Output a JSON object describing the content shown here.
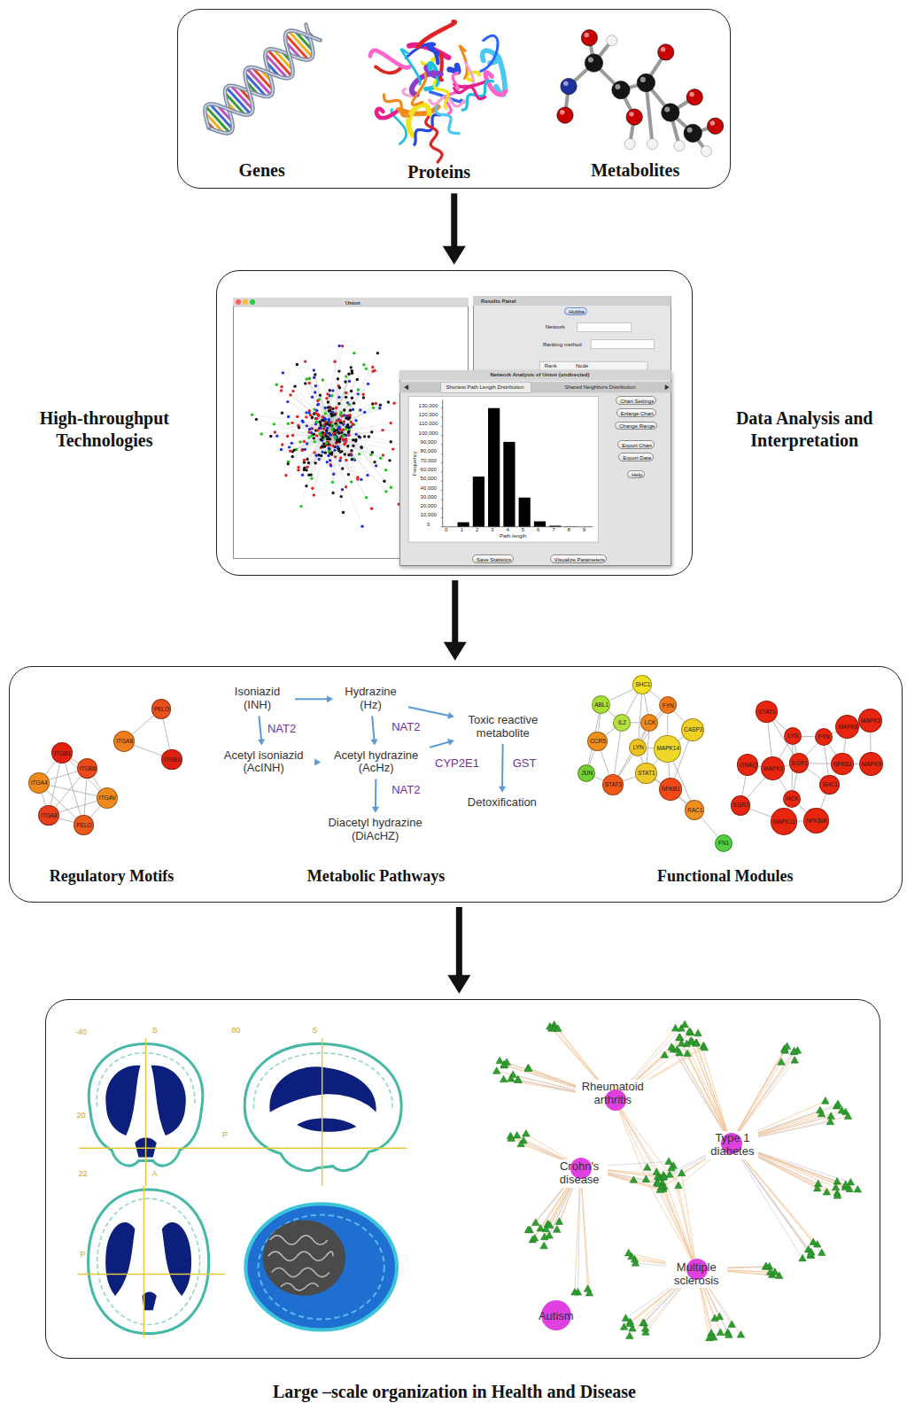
{
  "diagram": {
    "nodes": [
      {
        "text": [
          "Genes",
          "Proteins",
          "Metabolites"
        ]
      },
      {
        "text": [
          "High-throughput Technologies",
          "Data Analysis and Interpretation"
        ]
      },
      {
        "text": [
          "Union"
        ],
        "in": 1
      },
      {
        "text": [
          "Results Panel",
          "Network",
          "Ranking method",
          "Rank",
          "Node"
        ],
        "in": 1
      },
      {
        "text": [
          "Hubba"
        ],
        "in": 3
      },
      {
        "text": [
          "Network Analysis of Union (undirected)",
          "Shortest Path Length Distribution",
          "Shared Neighbors Distribution"
        ],
        "in": 1
      },
      {
        "text": [
          "Chart Settings"
        ],
        "in": 5
      },
      {
        "text": [
          "Enlarge Chart"
        ],
        "in": 5
      },
      {
        "text": [
          "Change Range"
        ],
        "in": 5
      },
      {
        "text": [
          "Export Chart"
        ],
        "in": 5
      },
      {
        "text": [
          "Export Data"
        ],
        "in": 5
      },
      {
        "text": [
          "Help"
        ],
        "in": 5
      },
      {
        "text": [
          "Save Statistics"
        ],
        "in": 5
      },
      {
        "text": [
          "Visualize Parameters"
        ],
        "in": 5
      },
      {
        "text": [
          "Regulatory Motifs",
          "Metabolic Pathways",
          "Functional Modules"
        ]
      },
      {
        "text": [
          "PELO"
        ],
        "in": 14
      },
      {
        "text": [
          "ITGA8"
        ],
        "in": 14
      },
      {
        "text": [
          "ITGB1"
        ],
        "in": 14
      },
      {
        "text": [
          "ITGB1"
        ],
        "in": 14
      },
      {
        "text": [
          "ITGB6"
        ],
        "in": 14
      },
      {
        "text": [
          "ITGA4"
        ],
        "in": 14
      },
      {
        "text": [
          "ITGAV"
        ],
        "in": 14
      },
      {
        "text": [
          "ITGA8"
        ],
        "in": 14
      },
      {
        "text": [
          "PELO"
        ],
        "in": 14
      },
      {
        "text": [
          "Isoniazid (INH)"
        ],
        "in": 14
      },
      {
        "text": [
          "Hydrazine (Hz)"
        ],
        "in": 14
      },
      {
        "text": [
          "Acetyl isoniazid (AcINH)"
        ],
        "in": 14
      },
      {
        "text": [
          "Acetyl hydrazine (AcHz)"
        ],
        "in": 14
      },
      {
        "text": [
          "Toxic reactive metabolite"
        ],
        "in": 14
      },
      {
        "text": [
          "Detoxification"
        ],
        "in": 14
      },
      {
        "text": [
          "Diacetyl hydrazine (DiAcHZ)"
        ],
        "in": 14
      },
      {
        "text": [
          "SHC1"
        ],
        "in": 14
      },
      {
        "text": [
          "ABL1"
        ],
        "in": 14
      },
      {
        "text": [
          "FYN"
        ],
        "in": 14
      },
      {
        "text": [
          "CASP3"
        ],
        "in": 14
      },
      {
        "text": [
          "IL2"
        ],
        "in": 14
      },
      {
        "text": [
          "LCK"
        ],
        "in": 14
      },
      {
        "text": [
          "CCR5"
        ],
        "in": 14
      },
      {
        "text": [
          "LYN"
        ],
        "in": 14
      },
      {
        "text": [
          "MAPK14"
        ],
        "in": 14
      },
      {
        "text": [
          "JUN"
        ],
        "in": 14
      },
      {
        "text": [
          "STAT3"
        ],
        "in": 14
      },
      {
        "text": [
          "STAT1"
        ],
        "in": 14
      },
      {
        "text": [
          "NFKB1"
        ],
        "in": 14
      },
      {
        "text": [
          "RAC1"
        ],
        "in": 14
      },
      {
        "text": [
          "FN1"
        ],
        "in": 14
      },
      {
        "text": [
          "STAT1"
        ],
        "in": 14
      },
      {
        "text": [
          "LYN"
        ],
        "in": 14
      },
      {
        "text": [
          "FYN"
        ],
        "in": 14
      },
      {
        "text": [
          "MAPK8"
        ],
        "in": 14
      },
      {
        "text": [
          "MAPK3"
        ],
        "in": 14
      },
      {
        "text": [
          "GNAQ"
        ],
        "in": 14
      },
      {
        "text": [
          "MAPK1"
        ],
        "in": 14
      },
      {
        "text": [
          "EGR1"
        ],
        "in": 14
      },
      {
        "text": [
          "NFKB1"
        ],
        "in": 14
      },
      {
        "text": [
          "MAPK9"
        ],
        "in": 14
      },
      {
        "text": [
          "SHC1"
        ],
        "in": 14
      },
      {
        "text": [
          "HCK"
        ],
        "in": 14
      },
      {
        "text": [
          "EGR2"
        ],
        "in": 14
      },
      {
        "text": [
          "MAPK11"
        ],
        "in": 14
      },
      {
        "text": [
          "NFKBIA"
        ],
        "in": 14
      },
      {
        "text": [
          "Large –scale organization in Health and Disease"
        ]
      },
      {
        "text": [
          "Rheumatoid arthritis"
        ],
        "in": 61
      },
      {
        "text": [
          "Type 1 diabetes"
        ],
        "in": 61
      },
      {
        "text": [
          "Crohn's disease"
        ],
        "in": 61
      },
      {
        "text": [
          "Multiple sclerosis"
        ],
        "in": 61
      },
      {
        "text": [
          "Autism"
        ],
        "in": 61
      }
    ],
    "edges": [
      {
        "from": 0,
        "to": 1,
        "arrow": "to"
      },
      {
        "from": 1,
        "to": 14,
        "arrow": "to"
      },
      {
        "from": 14,
        "to": 61,
        "arrow": "to"
      },
      {
        "from": 15,
        "to": 16,
        "arrow": "none"
      },
      {
        "from": 16,
        "to": 17,
        "arrow": "none"
      },
      {
        "from": 15,
        "to": 17,
        "arrow": "none"
      },
      {
        "from": 18,
        "to": 19,
        "arrow": "none"
      },
      {
        "from": 18,
        "to": 20,
        "arrow": "none"
      },
      {
        "from": 18,
        "to": 21,
        "arrow": "none"
      },
      {
        "from": 18,
        "to": 22,
        "arrow": "none"
      },
      {
        "from": 18,
        "to": 23,
        "arrow": "none"
      },
      {
        "from": 19,
        "to": 20,
        "arrow": "none"
      },
      {
        "from": 19,
        "to": 21,
        "arrow": "none"
      },
      {
        "from": 19,
        "to": 22,
        "arrow": "none"
      },
      {
        "from": 19,
        "to": 23,
        "arrow": "none"
      },
      {
        "from": 20,
        "to": 21,
        "arrow": "none"
      },
      {
        "from": 20,
        "to": 22,
        "arrow": "none"
      },
      {
        "from": 20,
        "to": 23,
        "arrow": "none"
      },
      {
        "from": 21,
        "to": 22,
        "arrow": "none"
      },
      {
        "from": 21,
        "to": 23,
        "arrow": "none"
      },
      {
        "from": 22,
        "to": 23,
        "arrow": "none"
      },
      {
        "from": 24,
        "to": 25,
        "arrow": "to"
      },
      {
        "from": 24,
        "to": 26,
        "label": "NAT2",
        "arrow": "to"
      },
      {
        "from": 25,
        "to": 27,
        "label": "NAT2",
        "arrow": "to"
      },
      {
        "from": 26,
        "to": 27,
        "arrow": "to"
      },
      {
        "from": 25,
        "to": 28,
        "arrow": "to"
      },
      {
        "from": 27,
        "to": 28,
        "label": "CYP2E1",
        "arrow": "to"
      },
      {
        "from": 28,
        "to": 29,
        "label": "GST",
        "arrow": "to"
      },
      {
        "from": 27,
        "to": 30,
        "label": "NAT2",
        "arrow": "to"
      },
      {
        "from": 31,
        "to": 32,
        "arrow": "none"
      },
      {
        "from": 31,
        "to": 33,
        "arrow": "none"
      },
      {
        "from": 31,
        "to": 35,
        "arrow": "none"
      },
      {
        "from": 31,
        "to": 36,
        "arrow": "none"
      },
      {
        "from": 31,
        "to": 38,
        "arrow": "none"
      },
      {
        "from": 32,
        "to": 35,
        "arrow": "none"
      },
      {
        "from": 32,
        "to": 37,
        "arrow": "none"
      },
      {
        "from": 32,
        "to": 40,
        "arrow": "none"
      },
      {
        "from": 33,
        "to": 34,
        "arrow": "none"
      },
      {
        "from": 33,
        "to": 36,
        "arrow": "none"
      },
      {
        "from": 33,
        "to": 39,
        "arrow": "none"
      },
      {
        "from": 33,
        "to": 38,
        "arrow": "none"
      },
      {
        "from": 34,
        "to": 39,
        "arrow": "none"
      },
      {
        "from": 34,
        "to": 43,
        "arrow": "none"
      },
      {
        "from": 35,
        "to": 36,
        "arrow": "none"
      },
      {
        "from": 35,
        "to": 37,
        "arrow": "none"
      },
      {
        "from": 35,
        "to": 41,
        "arrow": "none"
      },
      {
        "from": 36,
        "to": 38,
        "arrow": "none"
      },
      {
        "from": 36,
        "to": 42,
        "arrow": "none"
      },
      {
        "from": 37,
        "to": 41,
        "arrow": "none"
      },
      {
        "from": 37,
        "to": 40,
        "arrow": "none"
      },
      {
        "from": 38,
        "to": 39,
        "arrow": "none"
      },
      {
        "from": 38,
        "to": 42,
        "arrow": "none"
      },
      {
        "from": 38,
        "to": 41,
        "arrow": "none"
      },
      {
        "from": 39,
        "to": 43,
        "arrow": "none"
      },
      {
        "from": 39,
        "to": 42,
        "arrow": "none"
      },
      {
        "from": 40,
        "to": 41,
        "arrow": "none"
      },
      {
        "from": 41,
        "to": 42,
        "arrow": "none"
      },
      {
        "from": 42,
        "to": 43,
        "arrow": "none"
      },
      {
        "from": 43,
        "to": 44,
        "arrow": "none"
      },
      {
        "from": 39,
        "to": 44,
        "arrow": "none"
      },
      {
        "from": 44,
        "to": 45,
        "arrow": "none"
      },
      {
        "from": 42,
        "to": 44,
        "arrow": "none"
      },
      {
        "from": 36,
        "to": 41,
        "arrow": "none"
      },
      {
        "from": 46,
        "to": 47,
        "arrow": "none"
      },
      {
        "from": 46,
        "to": 52,
        "arrow": "none"
      },
      {
        "from": 46,
        "to": 53,
        "arrow": "none"
      },
      {
        "from": 47,
        "to": 48,
        "arrow": "none"
      },
      {
        "from": 47,
        "to": 52,
        "arrow": "none"
      },
      {
        "from": 47,
        "to": 53,
        "arrow": "none"
      },
      {
        "from": 47,
        "to": 57,
        "arrow": "none"
      },
      {
        "from": 48,
        "to": 49,
        "arrow": "none"
      },
      {
        "from": 48,
        "to": 53,
        "arrow": "none"
      },
      {
        "from": 48,
        "to": 54,
        "arrow": "none"
      },
      {
        "from": 48,
        "to": 56,
        "arrow": "none"
      },
      {
        "from": 49,
        "to": 50,
        "arrow": "none"
      },
      {
        "from": 49,
        "to": 54,
        "arrow": "none"
      },
      {
        "from": 50,
        "to": 55,
        "arrow": "none"
      },
      {
        "from": 51,
        "to": 52,
        "arrow": "none"
      },
      {
        "from": 51,
        "to": 58,
        "arrow": "none"
      },
      {
        "from": 52,
        "to": 53,
        "arrow": "none"
      },
      {
        "from": 52,
        "to": 57,
        "arrow": "none"
      },
      {
        "from": 52,
        "to": 58,
        "arrow": "none"
      },
      {
        "from": 53,
        "to": 56,
        "arrow": "none"
      },
      {
        "from": 53,
        "to": 57,
        "arrow": "none"
      },
      {
        "from": 54,
        "to": 55,
        "arrow": "none"
      },
      {
        "from": 54,
        "to": 56,
        "arrow": "none"
      },
      {
        "from": 56,
        "to": 60,
        "arrow": "none"
      },
      {
        "from": 57,
        "to": 59,
        "arrow": "none"
      },
      {
        "from": 57,
        "to": 60,
        "arrow": "none"
      },
      {
        "from": 58,
        "to": 59,
        "arrow": "none"
      },
      {
        "from": 59,
        "to": 60,
        "arrow": "none"
      },
      {
        "from": 53,
        "to": 54,
        "arrow": "none"
      }
    ],
    "labels": [
      "130,000",
      "120,000",
      "110,000",
      "100,000",
      "90,000",
      "80,000",
      "70,000",
      "60,000",
      "50,000",
      "40,000",
      "30,000",
      "20,000",
      "10,000",
      "0",
      "0",
      "1",
      "2",
      "3",
      "4",
      "5",
      "6",
      "7",
      "8",
      "9",
      "Frequency",
      "Path length",
      "-40",
      "S",
      "80",
      "S",
      "20",
      "P",
      "22",
      "A",
      "P"
    ]
  }
}
